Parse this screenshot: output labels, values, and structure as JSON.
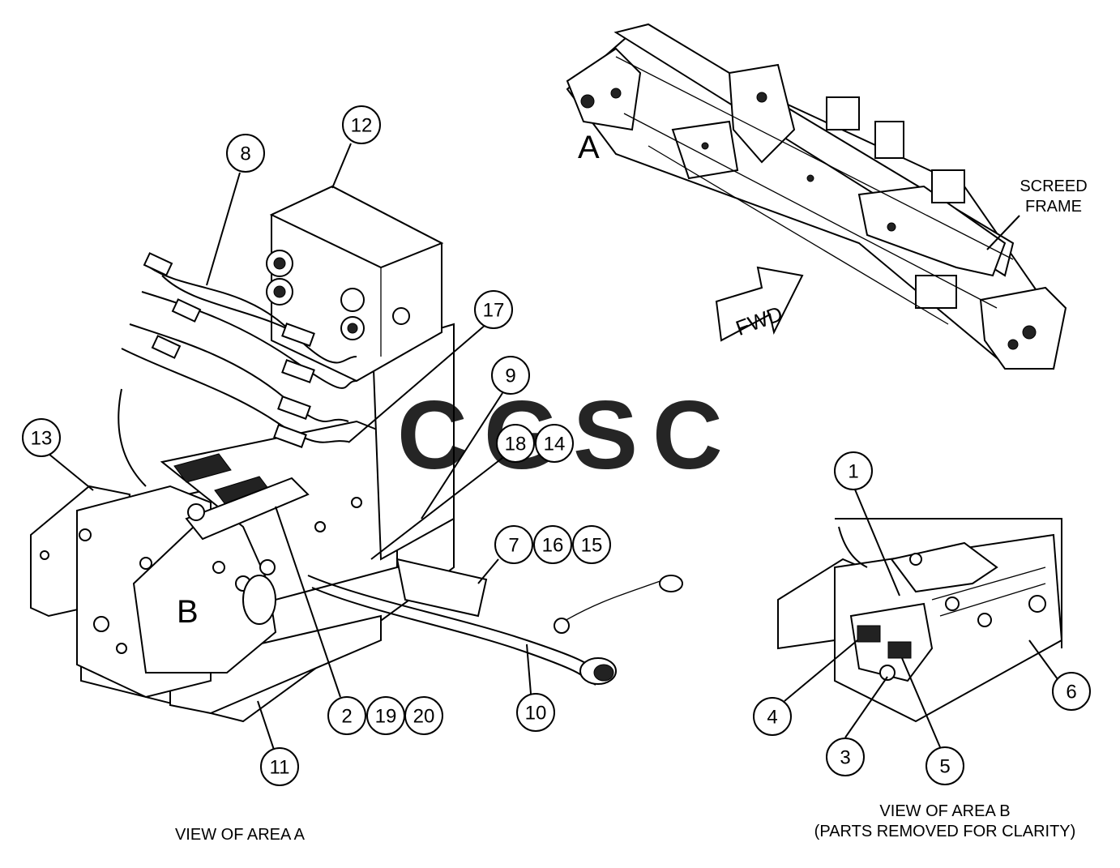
{
  "callouts": {
    "c1": "1",
    "c2": "2",
    "c3": "3",
    "c4": "4",
    "c5": "5",
    "c6": "6",
    "c7": "7",
    "c8": "8",
    "c9": "9",
    "c10": "10",
    "c11": "11",
    "c12": "12",
    "c13": "13",
    "c14": "14",
    "c15": "15",
    "c16": "16",
    "c17": "17",
    "c18": "18",
    "c19": "19",
    "c20": "20"
  },
  "labels": {
    "area_a_letter": "A",
    "area_b_letter": "B",
    "fwd": "FWD",
    "screed_frame_line1": "SCREED",
    "screed_frame_line2": "FRAME",
    "view_area_a": "VIEW OF AREA A",
    "view_area_b_line1": "VIEW OF AREA B",
    "view_area_b_line2": "(PARTS REMOVED FOR CLARITY)"
  },
  "watermark": {
    "letters": [
      "C",
      "G",
      "S",
      "C"
    ],
    "colors": [
      "#6aa6f5",
      "#f08c84",
      "#f5d970",
      "#7fc4a0"
    ]
  }
}
